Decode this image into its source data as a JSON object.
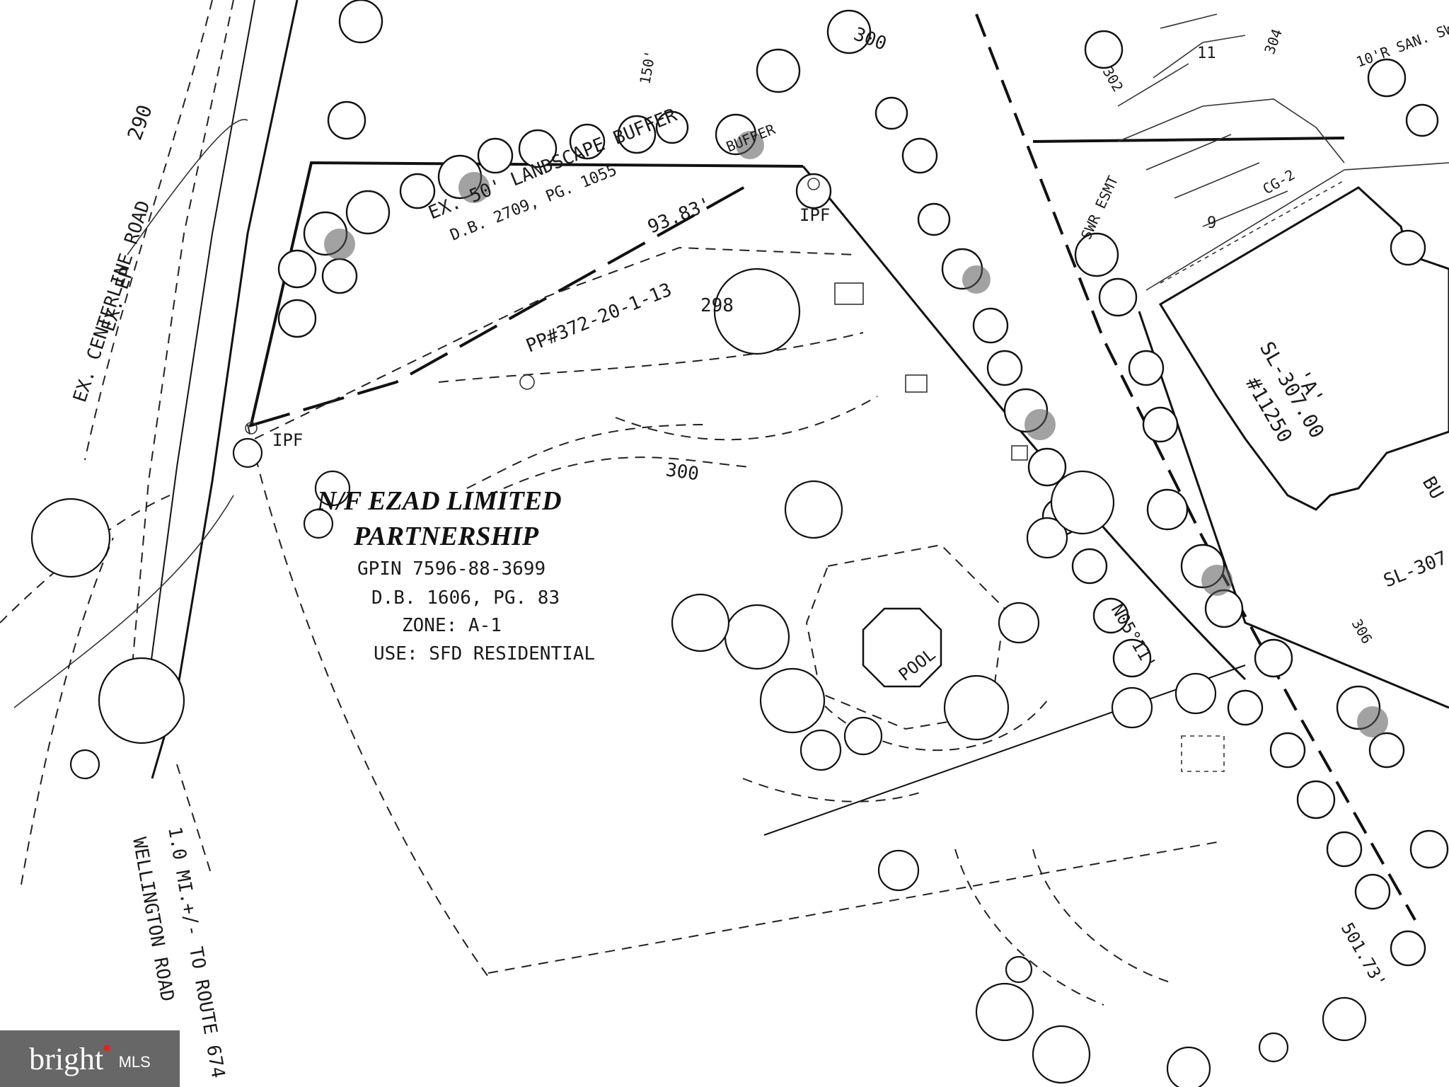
{
  "title": "Site plan",
  "labels": {
    "owner_line1": "N/F EZAD LIMITED",
    "owner_line2": "PARTNERSHIP",
    "gpin": "GPIN 7596-88-3699",
    "deed": "D.B. 1606, PG. 83",
    "zone": "ZONE: A-1",
    "use": "USE: SFD RESIDENTIAL",
    "pool": "POOL",
    "pp_number": "PP#372-20-1-13",
    "contour_300_a": "300",
    "contour_300_b": "300",
    "contour_298": "298",
    "contour_290": "290",
    "contour_302": "302",
    "contour_304": "304",
    "contour_306": "306",
    "road_centerline": "EX. CENTERLINE ROAD",
    "road_ep": "EX. EP",
    "distance_note": "1.0 MI.+/- TO ROUTE 674",
    "wellington": "WELLINGTON ROAD",
    "landscape": "EX. 50' LANDSCAPE BUFFER",
    "buffer": "BUFFER",
    "ipf_left": "IPF",
    "ipf_right": "IPF",
    "bearing_right": "N05°11'",
    "distance_right": "501.73'",
    "distance_top": "93.83'",
    "building_letter": "'A'",
    "building_sl": "SL-307.00",
    "building_no": "#11250",
    "sl_right": "SL-307",
    "dim_150": "150'",
    "swr_esmt": "SWR ESMT",
    "san_swr": "10'R SAN. SWR",
    "lot_11": "11",
    "lot_9": "9",
    "cg2": "CG-2",
    "bu": "BU",
    "db_ref": "D.B. 2709, PG. 1055"
  },
  "watermark": {
    "brand": "bright",
    "suffix": "MLS"
  }
}
